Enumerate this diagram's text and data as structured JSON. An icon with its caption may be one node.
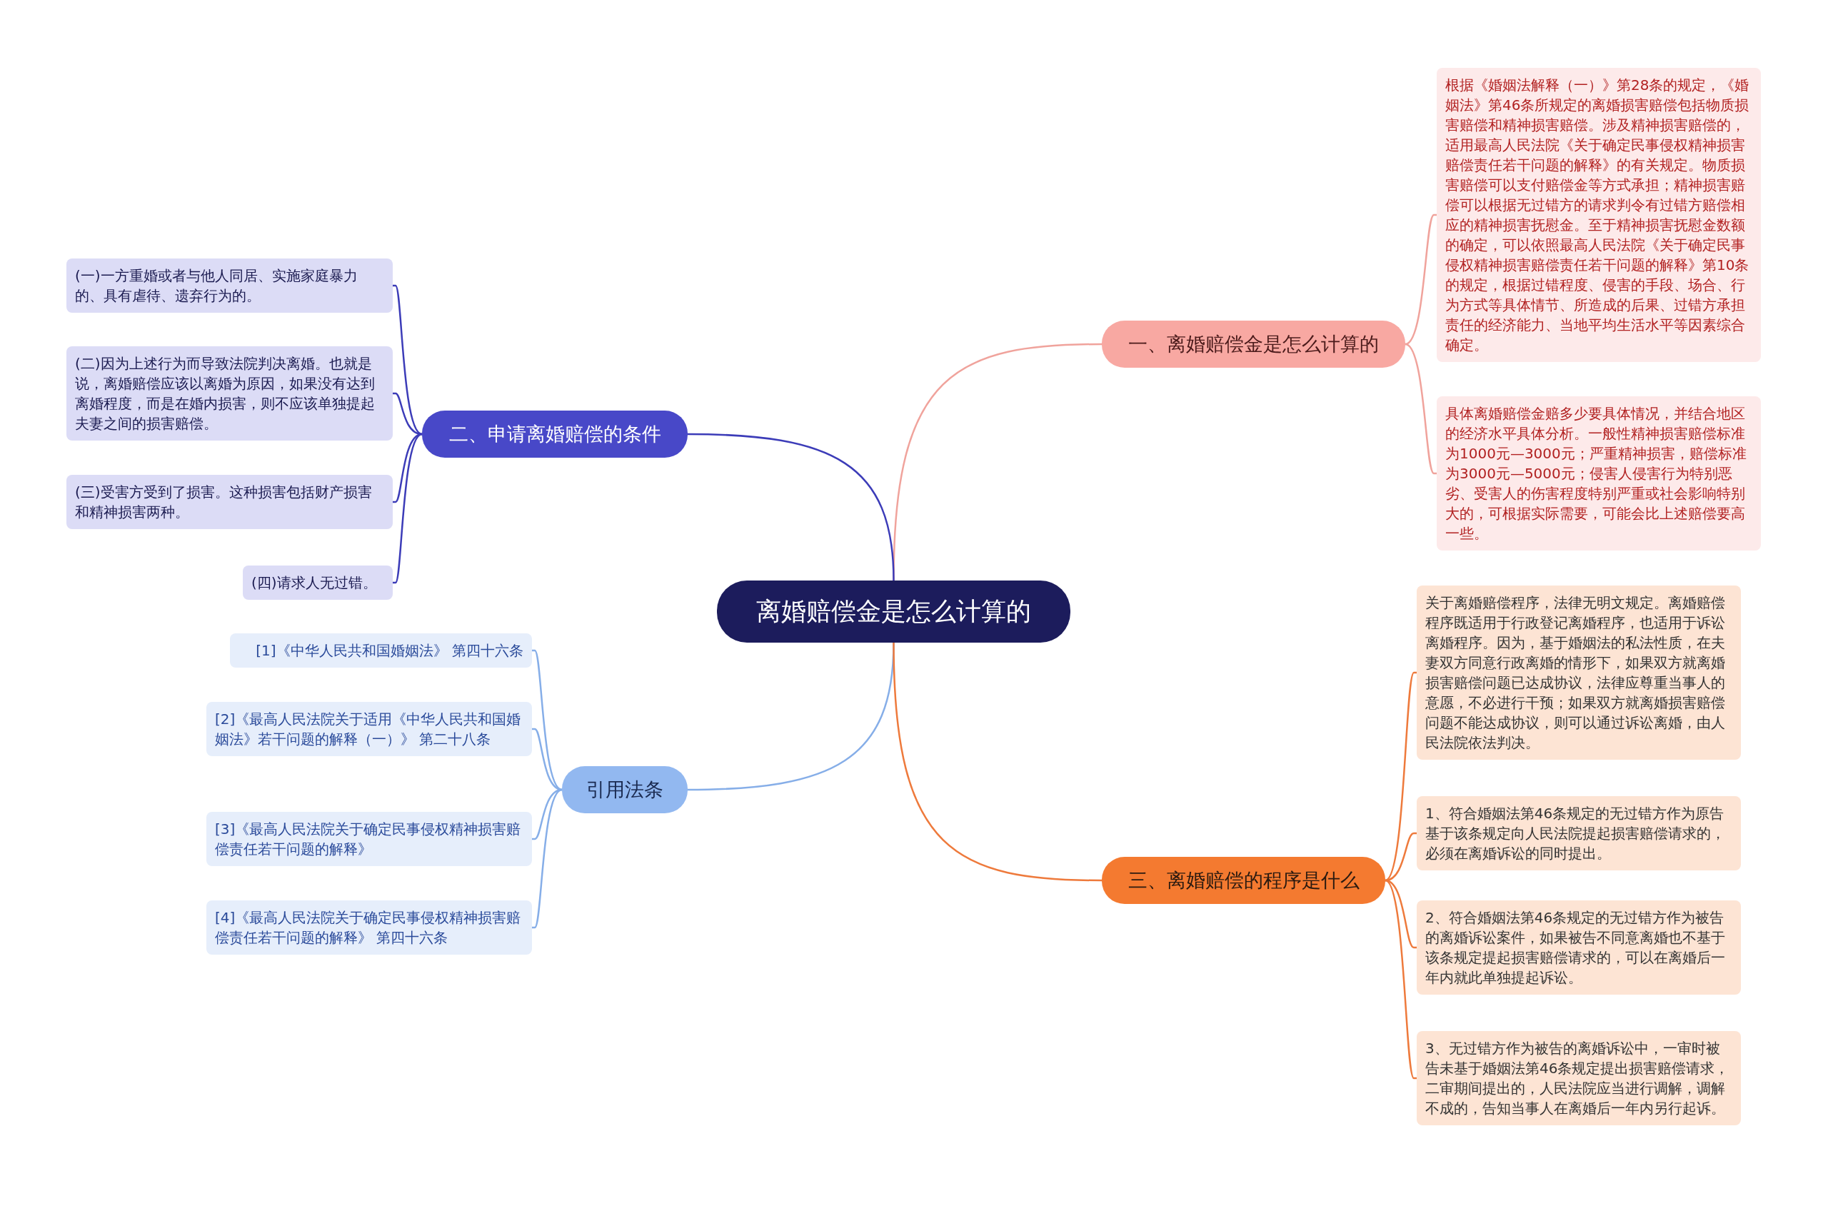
{
  "diagram": {
    "nodes": [
      {
        "text": [
          "离婚赔偿金是怎么计算的"
        ]
      },
      {
        "text": [
          "一、离婚赔偿金是怎么计算的"
        ]
      },
      {
        "text": [
          "根据《婚姻法解释（一）》第28条的规定，《婚姻法》第46条所规定的离婚损害赔偿包括物质损害赔偿和精神损害赔偿。涉及精神损害赔偿的，适用最高人民法院《关于确定民事侵权精神损害赔偿责任若干问题的解释》的有关规定。物质损害赔偿可以支付赔偿金等方式承担；精神损害赔偿可以根据无过错方的请求判令有过错方赔偿相应的精神损害抚慰金。至于精神损害抚慰金数额的确定，可以依照最高人民法院《关于确定民事侵权精神损害赔偿责任若干问题的解释》第10条的规定，根据过错程度、侵害的手段、场合、行为方式等具体情节、所造成的后果、过错方承担责任的经济能力、当地平均生活水平等因素综合确定。"
        ]
      },
      {
        "text": [
          "具体离婚赔偿金赔多少要具体情况，并结合地区的经济水平具体分析。一般性精神损害赔偿标准为1000元—3000元；严重精神损害，赔偿标准为3000元—5000元；侵害人侵害行为特别恶劣、受害人的伤害程度特别严重或社会影响特别大的，可根据实际需要，可能会比上述赔偿要高一些。"
        ]
      },
      {
        "text": [
          "二、申请离婚赔偿的条件"
        ]
      },
      {
        "text": [
          "(一)一方重婚或者与他人同居、实施家庭暴力的、具有虐待、遗弃行为的。"
        ]
      },
      {
        "text": [
          "(二)因为上述行为而导致法院判决离婚。也就是说，离婚赔偿应该以离婚为原因，如果没有达到离婚程度，而是在婚内损害，则不应该单独提起夫妻之间的损害赔偿。"
        ]
      },
      {
        "text": [
          "(三)受害方受到了损害。这种损害包括财产损害和精神损害两种。"
        ]
      },
      {
        "text": [
          "(四)请求人无过错。"
        ]
      },
      {
        "text": [
          "引用法条"
        ]
      },
      {
        "text": [
          "[1]《中华人民共和国婚姻法》 第四十六条"
        ]
      },
      {
        "text": [
          "[2]《最高人民法院关于适用《中华人民共和国婚姻法》若干问题的解释（一）》 第二十八条"
        ]
      },
      {
        "text": [
          "[3]《最高人民法院关于确定民事侵权精神损害赔偿责任若干问题的解释》"
        ]
      },
      {
        "text": [
          "[4]《最高人民法院关于确定民事侵权精神损害赔偿责任若干问题的解释》 第四十六条"
        ]
      },
      {
        "text": [
          "三、离婚赔偿的程序是什么"
        ]
      },
      {
        "text": [
          "关于离婚赔偿程序，法律无明文规定。离婚赔偿程序既适用于行政登记离婚程序，也适用于诉讼离婚程序。因为，基于婚姻法的私法性质，在夫妻双方同意行政离婚的情形下，如果双方就离婚损害赔偿问题已达成协议，法律应尊重当事人的意愿，不必进行干预；如果双方就离婚损害赔偿问题不能达成协议，则可以通过诉讼离婚，由人民法院依法判决。"
        ]
      },
      {
        "text": [
          "1、符合婚姻法第46条规定的无过错方作为原告基于该条规定向人民法院提起损害赔偿请求的，必须在离婚诉讼的同时提出。"
        ]
      },
      {
        "text": [
          "2、符合婚姻法第46条规定的无过错方作为被告的离婚诉讼案件，如果被告不同意离婚也不基于该条规定提起损害赔偿请求的，可以在离婚后一年内就此单独提起诉讼。"
        ]
      },
      {
        "text": [
          "3、无过错方作为被告的离婚诉讼中，一审时被告未基于婚姻法第46条规定提出损害赔偿请求，二审期间提出的，人民法院应当进行调解，调解不成的，告知当事人在离婚后一年内另行起诉。"
        ]
      }
    ],
    "edges": [
      {
        "from": 0,
        "to": 1,
        "arrow": "none",
        "color": "#f0a39c"
      },
      {
        "from": 1,
        "to": 2,
        "arrow": "none",
        "color": "#f0a39c"
      },
      {
        "from": 1,
        "to": 3,
        "arrow": "none",
        "color": "#f0a39c"
      },
      {
        "from": 0,
        "to": 4,
        "arrow": "none",
        "color": "#3c3cb8"
      },
      {
        "from": 4,
        "to": 5,
        "arrow": "none",
        "color": "#3c3cb8"
      },
      {
        "from": 4,
        "to": 6,
        "arrow": "none",
        "color": "#3c3cb8"
      },
      {
        "from": 4,
        "to": 7,
        "arrow": "none",
        "color": "#3c3cb8"
      },
      {
        "from": 4,
        "to": 8,
        "arrow": "none",
        "color": "#3c3cb8"
      },
      {
        "from": 0,
        "to": 9,
        "arrow": "none",
        "color": "#86aee8"
      },
      {
        "from": 9,
        "to": 10,
        "arrow": "none",
        "color": "#86aee8"
      },
      {
        "from": 9,
        "to": 11,
        "arrow": "none",
        "color": "#86aee8"
      },
      {
        "from": 9,
        "to": 12,
        "arrow": "none",
        "color": "#86aee8"
      },
      {
        "from": 9,
        "to": 13,
        "arrow": "none",
        "color": "#86aee8"
      },
      {
        "from": 0,
        "to": 14,
        "arrow": "none",
        "color": "#ee7a3c"
      },
      {
        "from": 14,
        "to": 15,
        "arrow": "none",
        "color": "#ee7a3c"
      },
      {
        "from": 14,
        "to": 16,
        "arrow": "none",
        "color": "#ee7a3c"
      },
      {
        "from": 14,
        "to": 17,
        "arrow": "none",
        "color": "#ee7a3c"
      },
      {
        "from": 14,
        "to": 18,
        "arrow": "none",
        "color": "#ee7a3c"
      }
    ]
  }
}
